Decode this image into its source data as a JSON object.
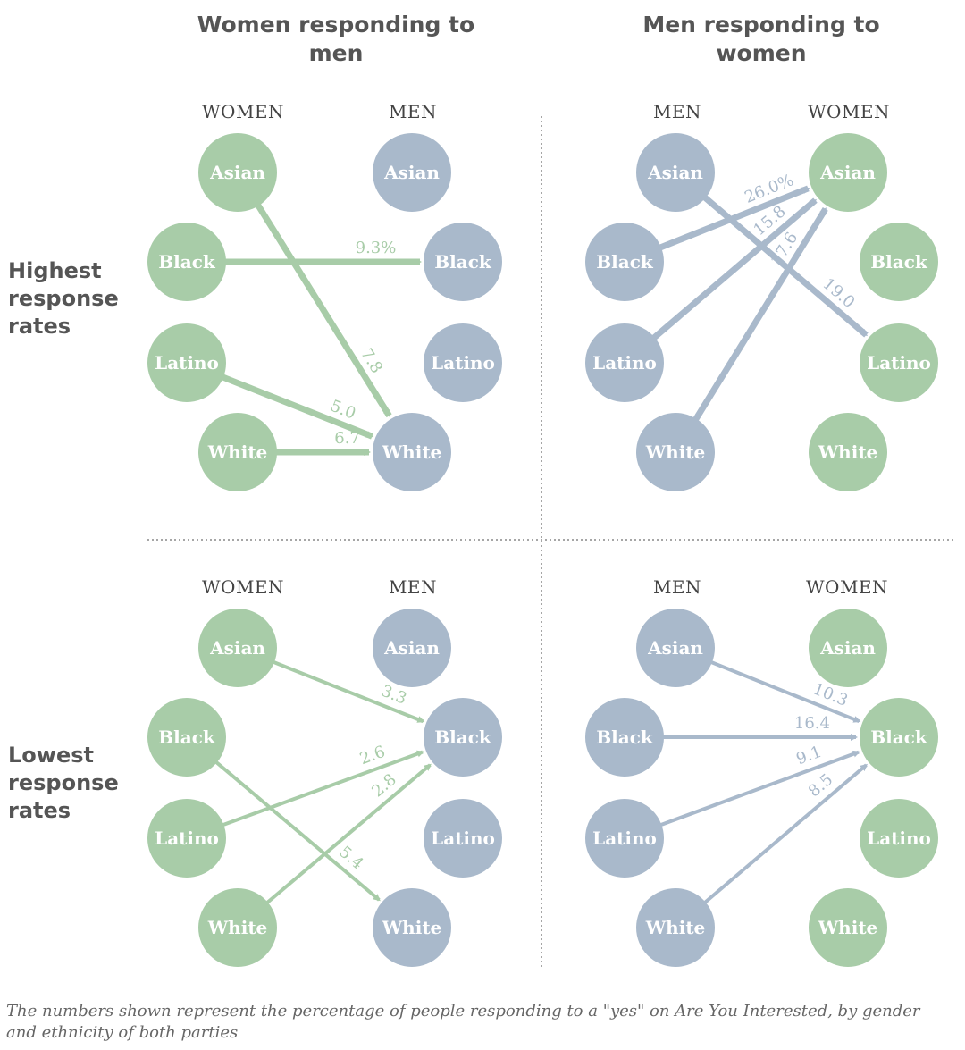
{
  "columns": {
    "left_title": "Women responding to men",
    "right_title": "Men responding to women"
  },
  "rows": {
    "top_title": "Highest response rates",
    "bottom_title": "Lowest response rates"
  },
  "group_labels": {
    "women": "WOMEN",
    "men": "MEN"
  },
  "ethnicities": [
    "Asian",
    "Black",
    "Latino",
    "White"
  ],
  "colors": {
    "women": "#a8cca8",
    "men": "#a9b9cb",
    "women_arrow": "#a8cca8",
    "men_arrow": "#a9b9cb",
    "divider": "#888888"
  },
  "panels": [
    {
      "id": "top-left",
      "responder": "women",
      "left_group": "WOMEN",
      "right_group": "MEN",
      "flows": [
        {
          "from": "Black",
          "to": "Black",
          "value": "9.3%"
        },
        {
          "from": "Asian",
          "to": "White",
          "value": "7.8"
        },
        {
          "from": "Latino",
          "to": "White",
          "value": "5.0"
        },
        {
          "from": "White",
          "to": "White",
          "value": "6.7"
        }
      ]
    },
    {
      "id": "top-right",
      "responder": "men",
      "left_group": "MEN",
      "right_group": "WOMEN",
      "flows": [
        {
          "from": "Black",
          "to": "Asian",
          "value": "26.0%"
        },
        {
          "from": "Latino",
          "to": "Asian",
          "value": "15.8"
        },
        {
          "from": "White",
          "to": "Asian",
          "value": "17.6"
        },
        {
          "from": "Asian",
          "to": "Latino",
          "value": "19.0"
        }
      ]
    },
    {
      "id": "bottom-left",
      "responder": "women",
      "left_group": "WOMEN",
      "right_group": "MEN",
      "flows": [
        {
          "from": "Asian",
          "to": "Black",
          "value": "3.3"
        },
        {
          "from": "Latino",
          "to": "Black",
          "value": "2.6"
        },
        {
          "from": "White",
          "to": "Black",
          "value": "2.8"
        },
        {
          "from": "Black",
          "to": "White",
          "value": "5.4"
        }
      ]
    },
    {
      "id": "bottom-right",
      "responder": "men",
      "left_group": "MEN",
      "right_group": "WOMEN",
      "flows": [
        {
          "from": "Asian",
          "to": "Black",
          "value": "10.3"
        },
        {
          "from": "Black",
          "to": "Black",
          "value": "16.4"
        },
        {
          "from": "Latino",
          "to": "Black",
          "value": "9.1"
        },
        {
          "from": "White",
          "to": "Black",
          "value": "8.5"
        }
      ]
    }
  ],
  "caption": "The numbers shown represent the percentage of people responding to a \"yes\" on Are You Interested, by gender and ethnicity of both parties"
}
